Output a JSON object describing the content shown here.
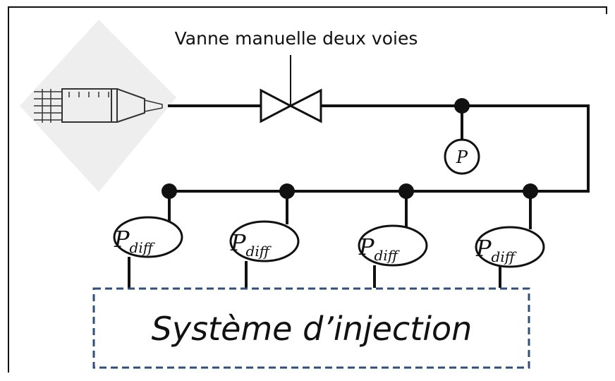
{
  "valve_label": "Vanne manuelle deux voies",
  "pressure_gauge_label": "P",
  "diff_gauges": [
    {
      "symbol": "P",
      "subscript": "diff"
    },
    {
      "symbol": "P",
      "subscript": "diff"
    },
    {
      "symbol": "P",
      "subscript": "diff"
    },
    {
      "symbol": "P",
      "subscript": "diff"
    }
  ],
  "injection_system_label": "Système d’injection",
  "colors": {
    "line": "#111111",
    "dashed_box": "#2f4f7a",
    "syringe_background": "#eeeeee"
  }
}
